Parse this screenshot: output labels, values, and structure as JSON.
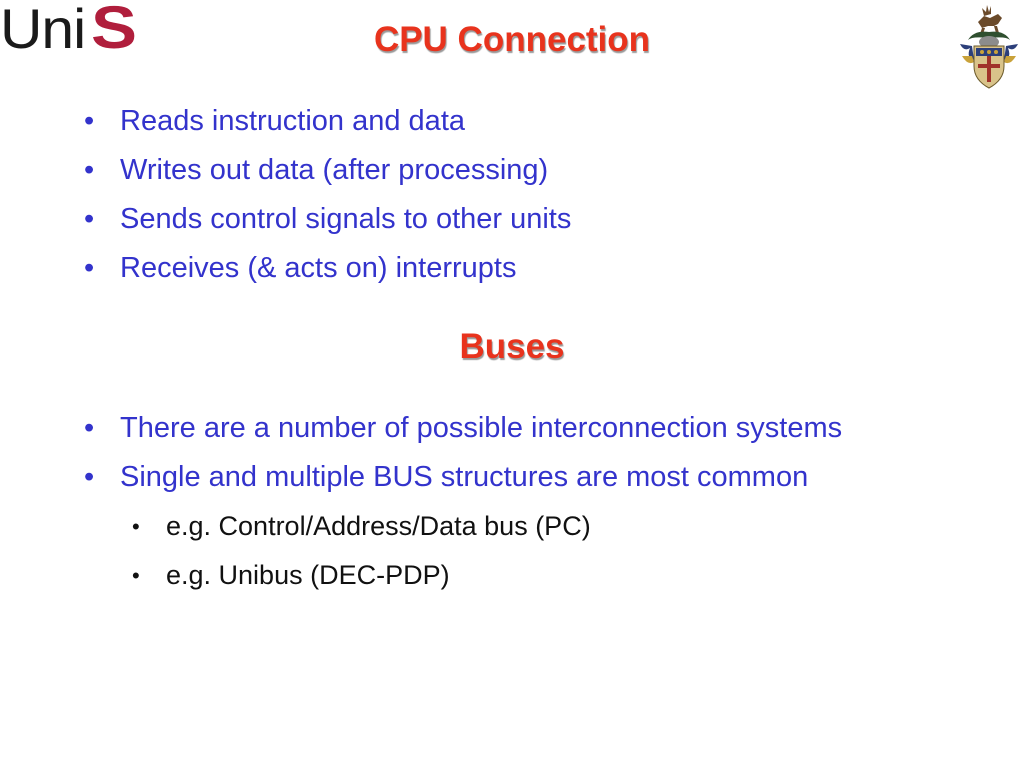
{
  "logo": {
    "text_uni": "Uni",
    "text_s": "S"
  },
  "colors": {
    "title": "#e8331d",
    "bullet_text": "#3333cc",
    "sub_bullet_text": "#111111",
    "logo_accent": "#b01e3c"
  },
  "slide": {
    "title": "CPU Connection",
    "bullets_top": [
      "Reads instruction and data",
      "Writes out data (after processing)",
      "Sends control signals to other units",
      "Receives (& acts on) interrupts"
    ],
    "section_title": "Buses",
    "bullets_bottom": [
      "There are a number of possible interconnection systems",
      "Single and multiple BUS structures are most common"
    ],
    "sub_bullets": [
      "e.g. Control/Address/Data bus (PC)",
      "e.g. Unibus (DEC-PDP)"
    ]
  },
  "icons": {
    "crest": "university-crest-icon"
  }
}
